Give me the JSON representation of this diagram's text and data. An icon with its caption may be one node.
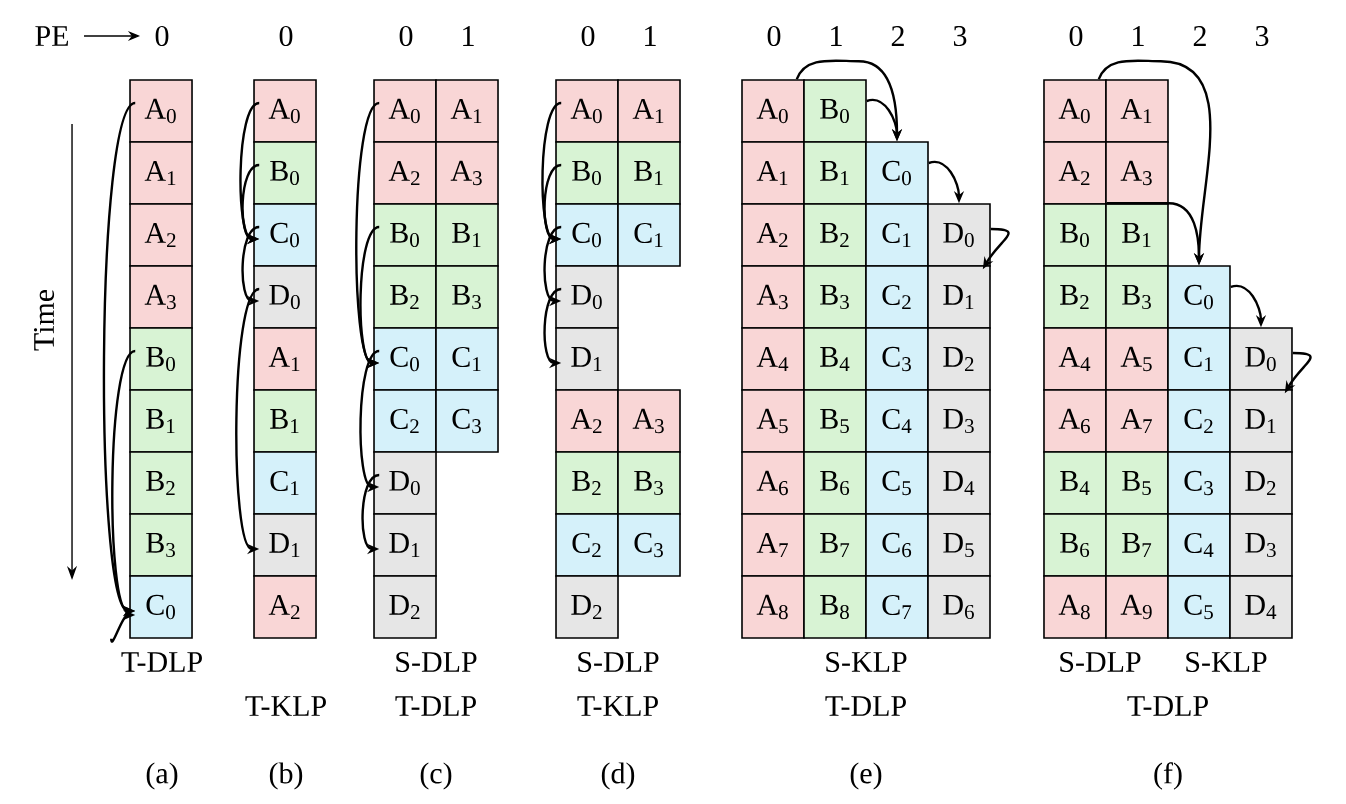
{
  "diagram": {
    "nodes": [
      {
        "text": [
          "A$_{0}$"
        ]
      },
      {
        "text": [
          "A$_{1}$"
        ]
      },
      {
        "text": [
          "A$_{2}$"
        ]
      },
      {
        "text": [
          "A$_{3}$"
        ]
      },
      {
        "text": [
          "B$_{0}$"
        ]
      },
      {
        "text": [
          "B$_{1}$"
        ]
      },
      {
        "text": [
          "B$_{2}$"
        ]
      },
      {
        "text": [
          "B$_{3}$"
        ]
      },
      {
        "text": [
          "C$_{0}$"
        ]
      },
      {
        "text": [
          "A$_{0}$"
        ]
      },
      {
        "text": [
          "B$_{0}$"
        ]
      },
      {
        "text": [
          "C$_{0}$"
        ]
      },
      {
        "text": [
          "D$_{0}$"
        ]
      },
      {
        "text": [
          "A$_{1}$"
        ]
      },
      {
        "text": [
          "B$_{1}$"
        ]
      },
      {
        "text": [
          "C$_{1}$"
        ]
      },
      {
        "text": [
          "D$_{1}$"
        ]
      },
      {
        "text": [
          "A$_{2}$"
        ]
      },
      {
        "text": [
          "A$_{0}$"
        ]
      },
      {
        "text": [
          "A$_{1}$"
        ]
      },
      {
        "text": [
          "A$_{2}$"
        ]
      },
      {
        "text": [
          "A$_{3}$"
        ]
      },
      {
        "text": [
          "B$_{0}$"
        ]
      },
      {
        "text": [
          "B$_{1}$"
        ]
      },
      {
        "text": [
          "B$_{2}$"
        ]
      },
      {
        "text": [
          "B$_{3}$"
        ]
      },
      {
        "text": [
          "C$_{0}$"
        ]
      },
      {
        "text": [
          "C$_{1}$"
        ]
      },
      {
        "text": [
          "C$_{2}$"
        ]
      },
      {
        "text": [
          "C$_{3}$"
        ]
      },
      {
        "text": [
          "D$_{0}$"
        ]
      },
      {
        "text": [
          "D$_{1}$"
        ]
      },
      {
        "text": [
          "D$_{2}$"
        ]
      },
      {
        "text": [
          "A$_{0}$"
        ]
      },
      {
        "text": [
          "A$_{1}$"
        ]
      },
      {
        "text": [
          "B$_{0}$"
        ]
      },
      {
        "text": [
          "B$_{1}$"
        ]
      },
      {
        "text": [
          "C$_{0}$"
        ]
      },
      {
        "text": [
          "C$_{1}$"
        ]
      },
      {
        "text": [
          "D$_{0}$"
        ]
      },
      {
        "text": [
          "D$_{1}$"
        ]
      },
      {
        "text": [
          "A$_{2}$"
        ]
      },
      {
        "text": [
          "A$_{3}$"
        ]
      },
      {
        "text": [
          "B$_{2}$"
        ]
      },
      {
        "text": [
          "B$_{3}$"
        ]
      },
      {
        "text": [
          "C$_{2}$"
        ]
      },
      {
        "text": [
          "C$_{3}$"
        ]
      },
      {
        "text": [
          "D$_{2}$"
        ]
      },
      {
        "text": [
          "A$_{0}$"
        ]
      },
      {
        "text": [
          "B$_{0}$"
        ]
      },
      {
        "text": [
          "A$_{1}$"
        ]
      },
      {
        "text": [
          "B$_{1}$"
        ]
      },
      {
        "text": [
          "C$_{0}$"
        ]
      },
      {
        "text": [
          "A$_{2}$"
        ]
      },
      {
        "text": [
          "B$_{2}$"
        ]
      },
      {
        "text": [
          "C$_{1}$"
        ]
      },
      {
        "text": [
          "D$_{0}$"
        ]
      },
      {
        "text": [
          "A$_{3}$"
        ]
      },
      {
        "text": [
          "B$_{3}$"
        ]
      },
      {
        "text": [
          "C$_{2}$"
        ]
      },
      {
        "text": [
          "D$_{1}$"
        ]
      },
      {
        "text": [
          "A$_{4}$"
        ]
      },
      {
        "text": [
          "B$_{4}$"
        ]
      },
      {
        "text": [
          "C$_{3}$"
        ]
      },
      {
        "text": [
          "D$_{2}$"
        ]
      },
      {
        "text": [
          "A$_{5}$"
        ]
      },
      {
        "text": [
          "B$_{5}$"
        ]
      },
      {
        "text": [
          "C$_{4}$"
        ]
      },
      {
        "text": [
          "D$_{3}$"
        ]
      },
      {
        "text": [
          "A$_{6}$"
        ]
      },
      {
        "text": [
          "B$_{6}$"
        ]
      },
      {
        "text": [
          "C$_{5}$"
        ]
      },
      {
        "text": [
          "D$_{4}$"
        ]
      },
      {
        "text": [
          "A$_{7}$"
        ]
      },
      {
        "text": [
          "B$_{7}$"
        ]
      },
      {
        "text": [
          "C$_{6}$"
        ]
      },
      {
        "text": [
          "D$_{5}$"
        ]
      },
      {
        "text": [
          "A$_{8}$"
        ]
      },
      {
        "text": [
          "B$_{8}$"
        ]
      },
      {
        "text": [
          "C$_{7}$"
        ]
      },
      {
        "text": [
          "D$_{6}$"
        ]
      },
      {
        "text": [
          "A$_{0}$"
        ]
      },
      {
        "text": [
          "A$_{1}$"
        ]
      },
      {
        "text": [
          "A$_{2}$"
        ]
      },
      {
        "text": [
          "A$_{3}$"
        ]
      },
      {
        "text": [
          "B$_{0}$"
        ]
      },
      {
        "text": [
          "B$_{1}$"
        ]
      },
      {
        "text": [
          "B$_{2}$"
        ]
      },
      {
        "text": [
          "B$_{3}$"
        ]
      },
      {
        "text": [
          "C$_{0}$"
        ]
      },
      {
        "text": [
          "A$_{4}$"
        ]
      },
      {
        "text": [
          "A$_{5}$"
        ]
      },
      {
        "text": [
          "C$_{1}$"
        ]
      },
      {
        "text": [
          "D$_{0}$"
        ]
      },
      {
        "text": [
          "A$_{6}$"
        ]
      },
      {
        "text": [
          "A$_{7}$"
        ]
      },
      {
        "text": [
          "C$_{2}$"
        ]
      },
      {
        "text": [
          "D$_{1}$"
        ]
      },
      {
        "text": [
          "B$_{4}$"
        ]
      },
      {
        "text": [
          "B$_{5}$"
        ]
      },
      {
        "text": [
          "C$_{3}$"
        ]
      },
      {
        "text": [
          "D$_{2}$"
        ]
      },
      {
        "text": [
          "B$_{6}$"
        ]
      },
      {
        "text": [
          "B$_{7}$"
        ]
      },
      {
        "text": [
          "C$_{4}$"
        ]
      },
      {
        "text": [
          "D$_{3}$"
        ]
      },
      {
        "text": [
          "A$_{8}$"
        ]
      },
      {
        "text": [
          "A$_{9}$"
        ]
      },
      {
        "text": [
          "C$_{5}$"
        ]
      },
      {
        "text": [
          "D$_{4}$"
        ]
      }
    ],
    "edges": [
      {
        "from": 0,
        "to": 8,
        "arrow": "to"
      },
      {
        "from": 4,
        "to": 8,
        "arrow": "to"
      },
      {
        "from": null,
        "to": 8,
        "arrow": "to"
      },
      {
        "from": 9,
        "to": 11,
        "arrow": "to"
      },
      {
        "from": 10,
        "to": 11,
        "arrow": "to"
      },
      {
        "from": 11,
        "to": 12,
        "arrow": "to"
      },
      {
        "from": 12,
        "to": 16,
        "arrow": "to"
      },
      {
        "from": 18,
        "to": 26,
        "arrow": "to"
      },
      {
        "from": 22,
        "to": 26,
        "arrow": "to"
      },
      {
        "from": 26,
        "to": 30,
        "arrow": "to"
      },
      {
        "from": 30,
        "to": 31,
        "arrow": "to"
      },
      {
        "from": 33,
        "to": 37,
        "arrow": "to"
      },
      {
        "from": 35,
        "to": 37,
        "arrow": "to"
      },
      {
        "from": 37,
        "to": 39,
        "arrow": "to"
      },
      {
        "from": 39,
        "to": 40,
        "arrow": "to"
      },
      {
        "from": 48,
        "to": 52,
        "arrow": "to"
      },
      {
        "from": 49,
        "to": 52,
        "arrow": "to"
      },
      {
        "from": 52,
        "to": 56,
        "arrow": "to"
      },
      {
        "from": 56,
        "to": 60,
        "arrow": "to"
      },
      {
        "from": 81,
        "to": 89,
        "arrow": "to"
      },
      {
        "from": 85,
        "to": 89,
        "arrow": "to"
      },
      {
        "from": 89,
        "to": 93,
        "arrow": "to"
      },
      {
        "from": 93,
        "to": 97,
        "arrow": "to"
      }
    ],
    "labels": [
      "PE",
      "0",
      "0",
      "0",
      "1",
      "0",
      "1",
      "0",
      "1",
      "2",
      "3",
      "0",
      "1",
      "2",
      "3",
      "Time",
      "T-DLP",
      "S-DLP",
      "S-DLP",
      "S-KLP",
      "S-DLP",
      "S-KLP",
      "T-KLP",
      "T-DLP",
      "T-KLP",
      "T-DLP",
      "T-DLP",
      "(a)",
      "(b)",
      "(c)",
      "(d)",
      "(e)",
      "(f)"
    ]
  }
}
